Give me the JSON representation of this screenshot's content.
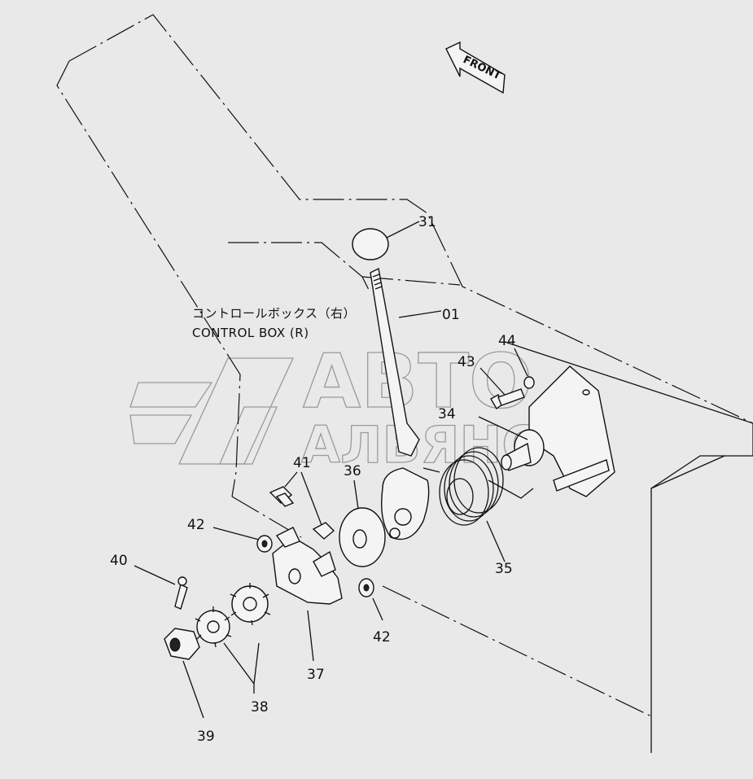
{
  "caption": {
    "japanese": "コントロールボックス（右）",
    "english": "CONTROL BOX (R)"
  },
  "direction_label": "FRONT",
  "watermark": {
    "line1": "АВТО",
    "line2": "АЛЬЯНС"
  },
  "parts": {
    "p31": "31",
    "p01": "01",
    "p44": "44",
    "p43": "43",
    "p34": "34",
    "p41": "41",
    "p36": "36",
    "p35": "35",
    "p42a": "42",
    "p42b": "42",
    "p40": "40",
    "p37": "37",
    "p38": "38",
    "p39": "39"
  }
}
